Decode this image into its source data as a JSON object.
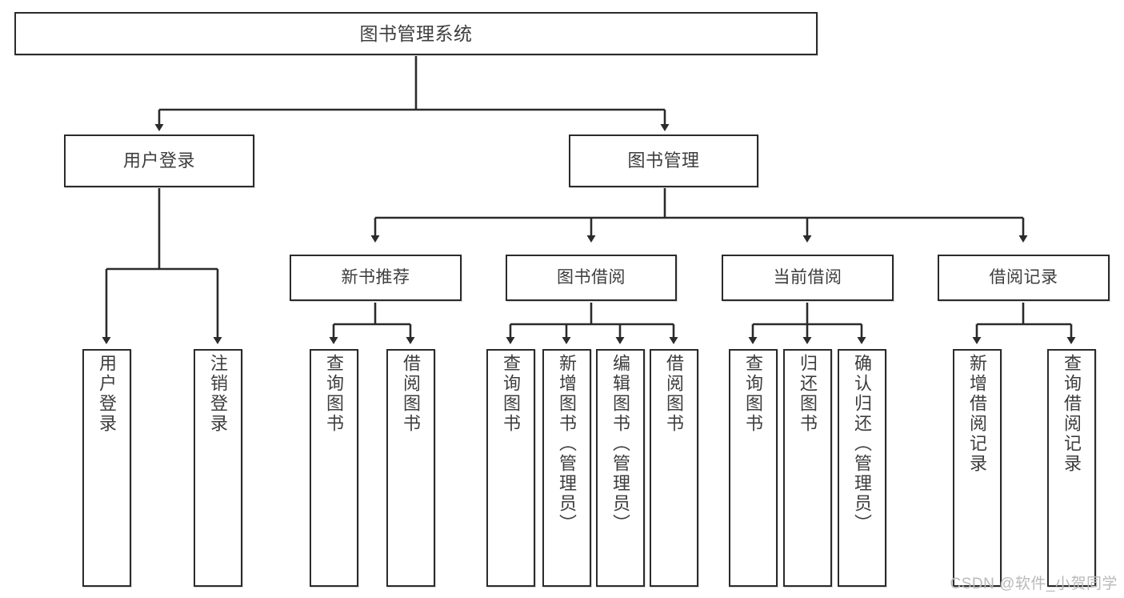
{
  "diagram": {
    "title": "图书管理系统",
    "type": "tree",
    "watermark": "CSDN @软件_小贺同学",
    "colors": {
      "box_border": "#2b2b2b",
      "box_fill": "#ffffff",
      "text": "#3d3d3d",
      "connector": "#2b2b2b",
      "watermark": "#b9b9b9",
      "background": "#ffffff"
    },
    "nodes": {
      "root": {
        "label": "图书管理系统"
      },
      "level1": [
        {
          "id": "user-login",
          "label": "用户登录"
        },
        {
          "id": "book-management",
          "label": "图书管理"
        }
      ],
      "level2": [
        {
          "id": "new-book-recommend",
          "label": "新书推荐"
        },
        {
          "id": "book-borrow",
          "label": "图书借阅"
        },
        {
          "id": "current-borrow",
          "label": "当前借阅"
        },
        {
          "id": "borrow-record",
          "label": "借阅记录"
        }
      ],
      "leaves": {
        "user-login": [
          {
            "id": "leaf-user-login",
            "label": "用户登录"
          },
          {
            "id": "leaf-logout",
            "label": "注销登录"
          }
        ],
        "new-book-recommend": [
          {
            "id": "leaf-query-book-1",
            "label": "查询图书"
          },
          {
            "id": "leaf-borrow-book-1",
            "label": "借阅图书"
          }
        ],
        "book-borrow": [
          {
            "id": "leaf-query-book-2",
            "label": "查询图书"
          },
          {
            "id": "leaf-add-book",
            "label": "新增图书（管理员）"
          },
          {
            "id": "leaf-edit-book",
            "label": "编辑图书（管理员）"
          },
          {
            "id": "leaf-borrow-book-2",
            "label": "借阅图书"
          }
        ],
        "current-borrow": [
          {
            "id": "leaf-query-book-3",
            "label": "查询图书"
          },
          {
            "id": "leaf-return-book",
            "label": "归还图书"
          },
          {
            "id": "leaf-confirm-return",
            "label": "确认归还（管理员）"
          }
        ],
        "borrow-record": [
          {
            "id": "leaf-add-record",
            "label": "新增借阅记录"
          },
          {
            "id": "leaf-query-record",
            "label": "查询借阅记录"
          }
        ]
      }
    }
  }
}
